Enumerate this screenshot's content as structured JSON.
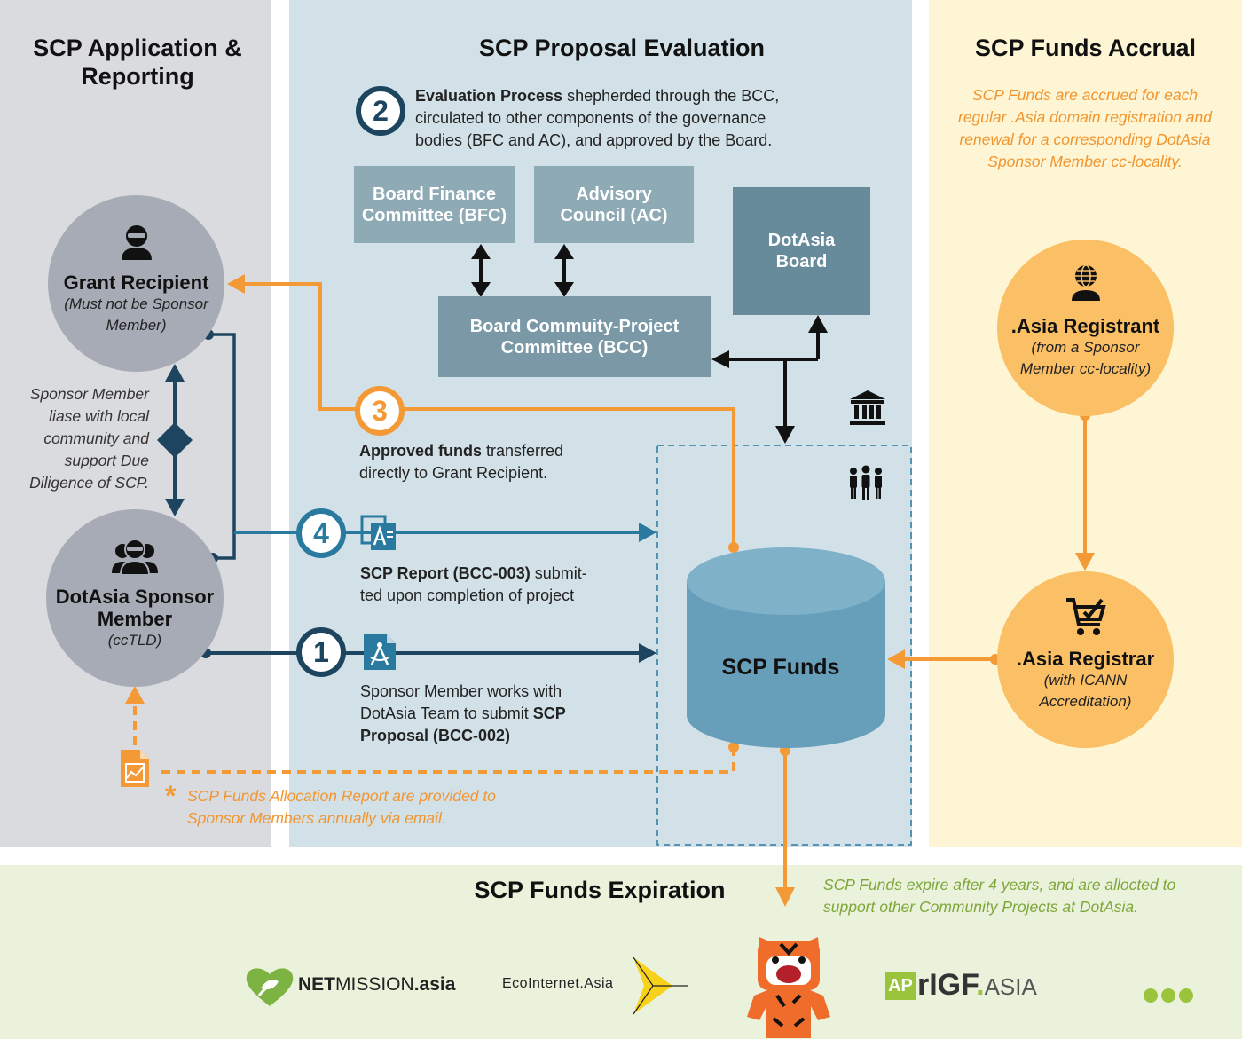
{
  "columns": {
    "application": {
      "title_line1": "SCP Application &",
      "title_line2": "Reporting"
    },
    "evaluation": {
      "title": "SCP Proposal Evaluation"
    },
    "accrual": {
      "title": "SCP Funds Accrual",
      "note": [
        "SCP Funds are accrued for each",
        "regular .Asia domain registration and",
        "renewal for a corresponding DotAsia",
        "Sponsor Member cc-locality."
      ]
    },
    "expiration": {
      "title": "SCP Funds Expiration",
      "note": [
        "SCP Funds expire after 4 years, and are allocted to",
        "support other Community Projects at DotAsia."
      ]
    }
  },
  "step2": {
    "number": "2",
    "bold": "Evaluation Process",
    "line1": " shepherded through the BCC,",
    "line2": "circulated to other components of the governance",
    "line3": "bodies (BFC and AC), and approved by the Board."
  },
  "boxes": {
    "bfc": [
      "Board Finance",
      "Committee (BFC)"
    ],
    "ac": [
      "Advisory",
      "Council (AC)"
    ],
    "board": [
      "DotAsia",
      "Board"
    ],
    "bcc": [
      "Board Commuity-Project",
      "Committee (BCC)"
    ]
  },
  "grant_recipient": {
    "title": "Grant Recipient",
    "sub1": "(Must not be Sponsor",
    "sub2": "Member)"
  },
  "sponsor_member": {
    "title1": "DotAsia Sponsor",
    "title2": "Member",
    "sub": "(ccTLD)"
  },
  "liaison_note": [
    "Sponsor Member",
    "liase with local",
    "community and",
    "support Due",
    "Diligence of SCP."
  ],
  "step3": {
    "number": "3",
    "bold": "Approved funds",
    "line1": " transferred",
    "line2": "directly to Grant Recipient."
  },
  "step4": {
    "number": "4",
    "bold": "SCP Report (BCC-003)",
    "line1": " submit-",
    "line2": "ted upon completion of project"
  },
  "step1": {
    "number": "1",
    "line1": "Sponsor Member works with",
    "line2_plain": "DotAsia Team to submit ",
    "line2_bold": "SCP",
    "line3_bold": "Proposal (BCC-002)"
  },
  "funds": {
    "label": "SCP Funds"
  },
  "registrant": {
    "title": ".Asia Registrant",
    "sub1": "(from a Sponsor",
    "sub2": "Member cc-locality)"
  },
  "registrar": {
    "title": ".Asia Registrar",
    "sub1": "(with ICANN",
    "sub2": "Accreditation)"
  },
  "allocation_note": {
    "star": "*",
    "line1": "SCP Funds Allocation Report are provided to",
    "line2": "Sponsor Members annually via email."
  },
  "logos": {
    "netmission": {
      "prefix": "NET",
      "mid": "MISSION",
      "suffix": ".asia"
    },
    "ecointernet": {
      "text": "EcoInternet.Asia"
    },
    "aprigf": {
      "ap": "AP",
      "rigf": "rIGF",
      "dot": ".",
      "asia": "ASIA"
    }
  },
  "colors": {
    "gray_panel": "#dadbdf",
    "blue_panel": "#d2e1e8",
    "yellow_panel": "#fdf5d3",
    "green_panel": "#eaf2dc",
    "navy": "#1d4560",
    "teal": "#2a7aa0",
    "orange": "#f39a36",
    "box_light": "#8eaab5",
    "box_mid": "#7a98a6",
    "box_dark": "#688b9b",
    "cylinder": "#679fba"
  },
  "icons": [
    "person-icon",
    "group-icon",
    "globe-user-icon",
    "cart-check-icon",
    "bank-icon",
    "people-icon",
    "document-report-icon",
    "document-compass-icon",
    "report-chart-icon",
    "tiger-mascot-icon",
    "more-dots-icon"
  ]
}
